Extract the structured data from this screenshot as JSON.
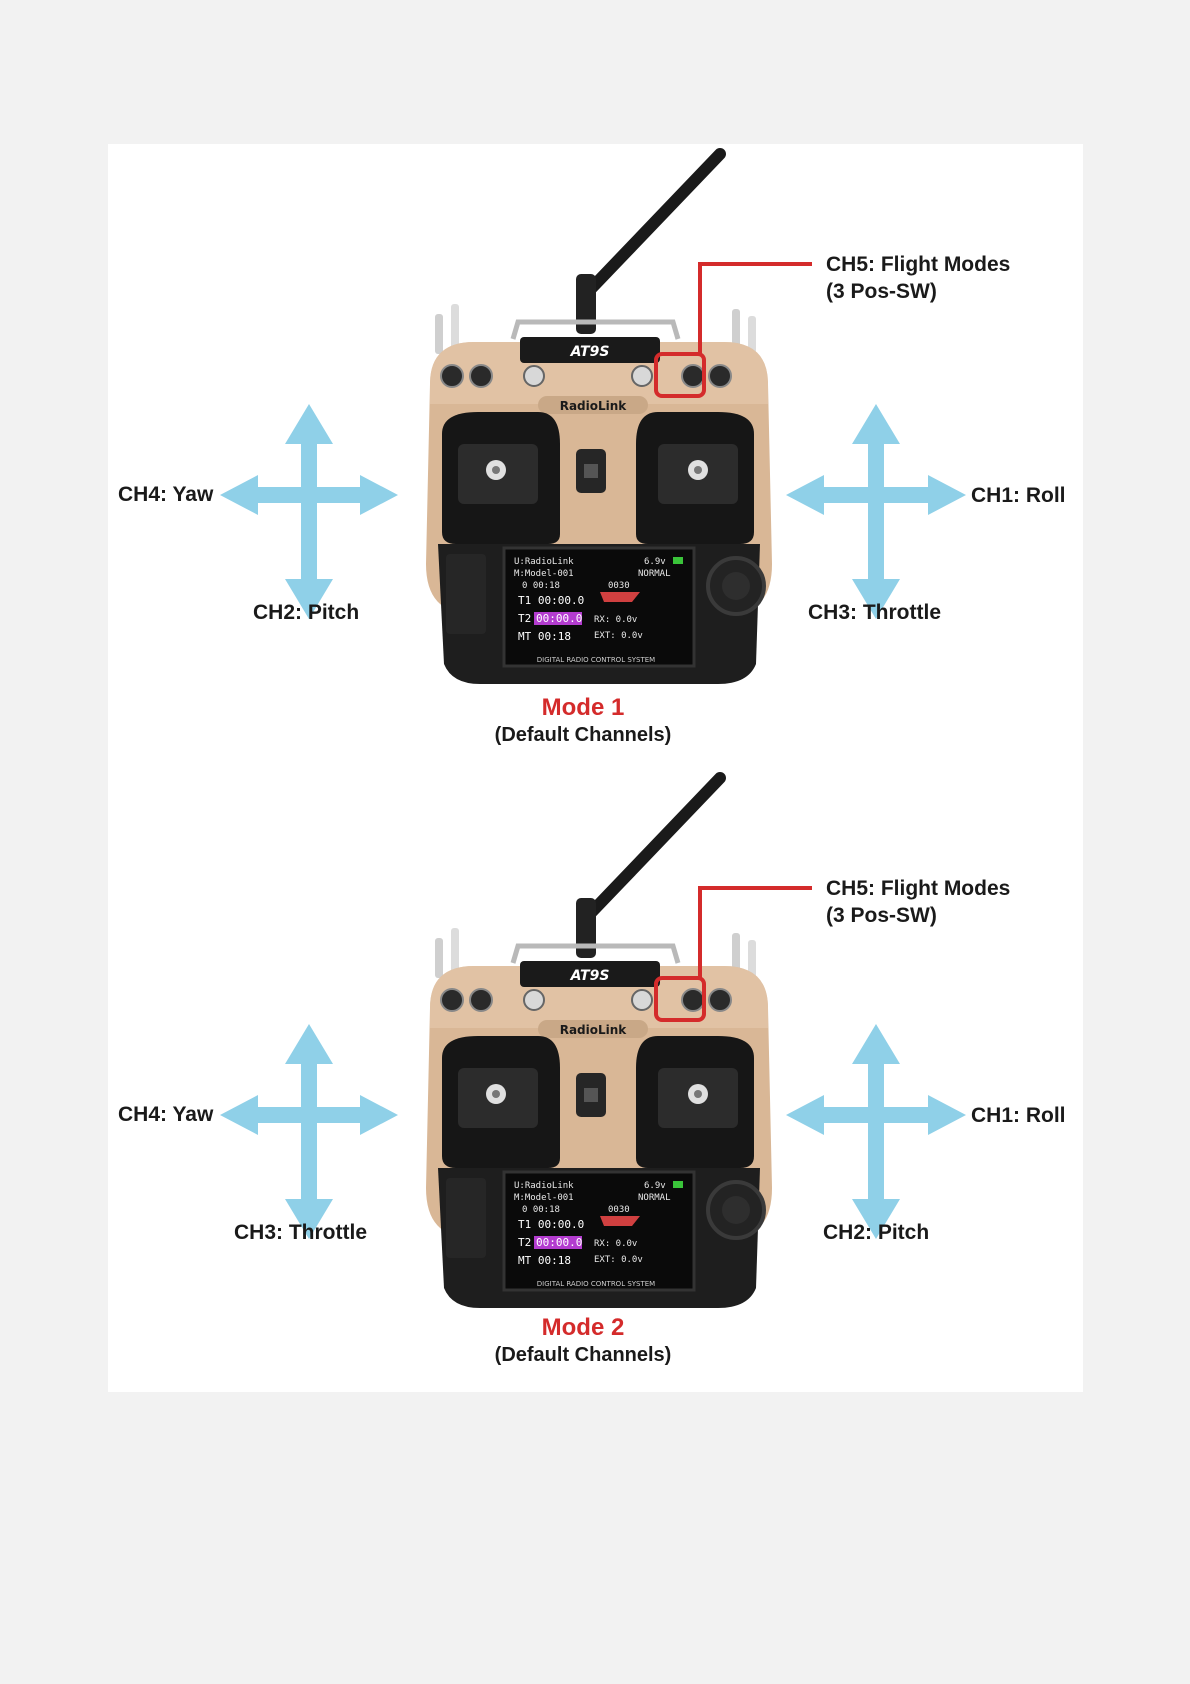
{
  "colors": {
    "arrow": "#8fd0e8",
    "callout": "#d42b2b",
    "body": "#d9b796",
    "dark": "#1c1c1c"
  },
  "transmitter": {
    "model": "AT9S",
    "brand": "RadioLink",
    "footer": "DIGITAL RADIO CONTROL SYSTEM",
    "screen": {
      "user": "U:RadioLink",
      "model": "M:Model-001",
      "voltage": "6.9v",
      "mode": "NORMAL",
      "t1": "T1 00:00.0",
      "t2": "T2",
      "t2_value": "00:00.0",
      "mt": "MT 00:18",
      "int": "RX: 0.0v",
      "ext": "EXT: 0.0v",
      "counter": "0 00:18",
      "code": "0030"
    }
  },
  "panels": [
    {
      "ch5_line1": "CH5: Flight Modes",
      "ch5_line2": "(3 Pos-SW)",
      "left_h": "CH4: Yaw",
      "left_v": "CH2: Pitch",
      "right_h": "CH1: Roll",
      "right_v": "CH3: Throttle",
      "mode": "Mode 1",
      "sub": "(Default Channels)"
    },
    {
      "ch5_line1": "CH5: Flight Modes",
      "ch5_line2": "(3 Pos-SW)",
      "left_h": "CH4: Yaw",
      "left_v": "CH3: Throttle",
      "right_h": "CH1: Roll",
      "right_v": "CH2: Pitch",
      "mode": "Mode 2",
      "sub": "(Default Channels)"
    }
  ]
}
